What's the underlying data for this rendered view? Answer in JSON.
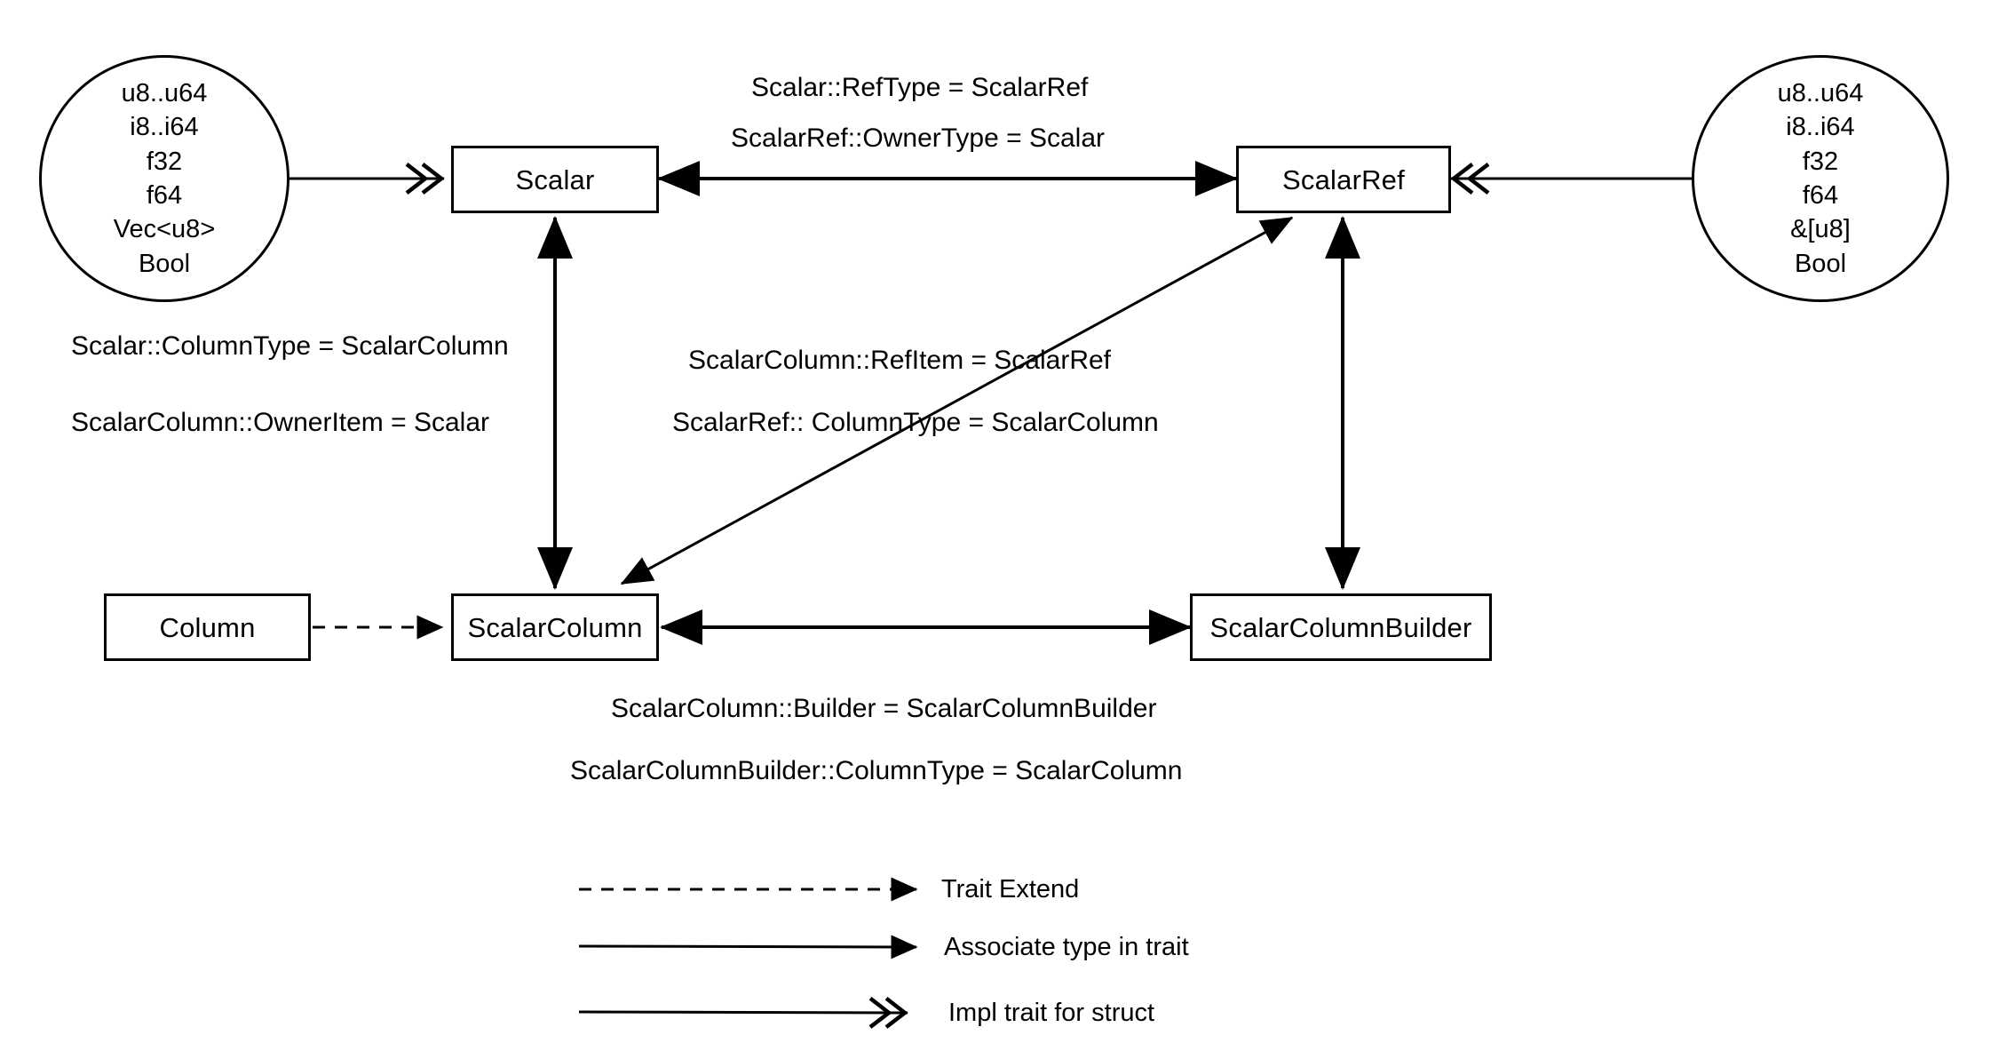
{
  "diagram": {
    "title": "Scalar / ScalarRef / ScalarColumn trait relationship diagram",
    "stroke_color": "#000000",
    "background_color": "#ffffff",
    "nodes": {
      "scalar_types_left": {
        "shape": "ellipse",
        "lines": [
          "u8..u64",
          "i8..i64",
          "f32",
          "f64",
          "Vec<u8>",
          "Bool"
        ]
      },
      "scalar_types_right": {
        "shape": "ellipse",
        "lines": [
          "u8..u64",
          "i8..i64",
          "f32",
          "f64",
          "&[u8]",
          "Bool"
        ]
      },
      "scalar": {
        "shape": "box",
        "label": "Scalar"
      },
      "scalar_ref": {
        "shape": "box",
        "label": "ScalarRef"
      },
      "column": {
        "shape": "box",
        "label": "Column"
      },
      "scalar_column": {
        "shape": "box",
        "label": "ScalarColumn"
      },
      "scalar_column_builder": {
        "shape": "box",
        "label": "ScalarColumnBuilder"
      }
    },
    "edge_labels": {
      "scalar_reftype": "Scalar::RefType = ScalarRef",
      "scalarref_ownertype": "ScalarRef::OwnerType = Scalar",
      "scalar_columntype": "Scalar::ColumnType = ScalarColumn",
      "scalarcolumn_owneritem": "ScalarColumn::OwnerItem = Scalar",
      "scalarcolumn_refitem": "ScalarColumn::RefItem = ScalarRef",
      "scalarref_columntype": "ScalarRef:: ColumnType = ScalarColumn",
      "scalarcolumn_builder": "ScalarColumn::Builder = ScalarColumnBuilder",
      "scalarcolumnbuilder_columntype": "ScalarColumnBuilder::ColumnType = ScalarColumn"
    },
    "legend": {
      "items": [
        {
          "label": "Trait Extend",
          "line_style": "dashed",
          "arrow": "single-filled"
        },
        {
          "label": "Associate type in trait",
          "line_style": "solid",
          "arrow": "single-filled"
        },
        {
          "label": "Impl trait for struct",
          "line_style": "solid",
          "arrow": "double-chevron"
        }
      ]
    }
  }
}
